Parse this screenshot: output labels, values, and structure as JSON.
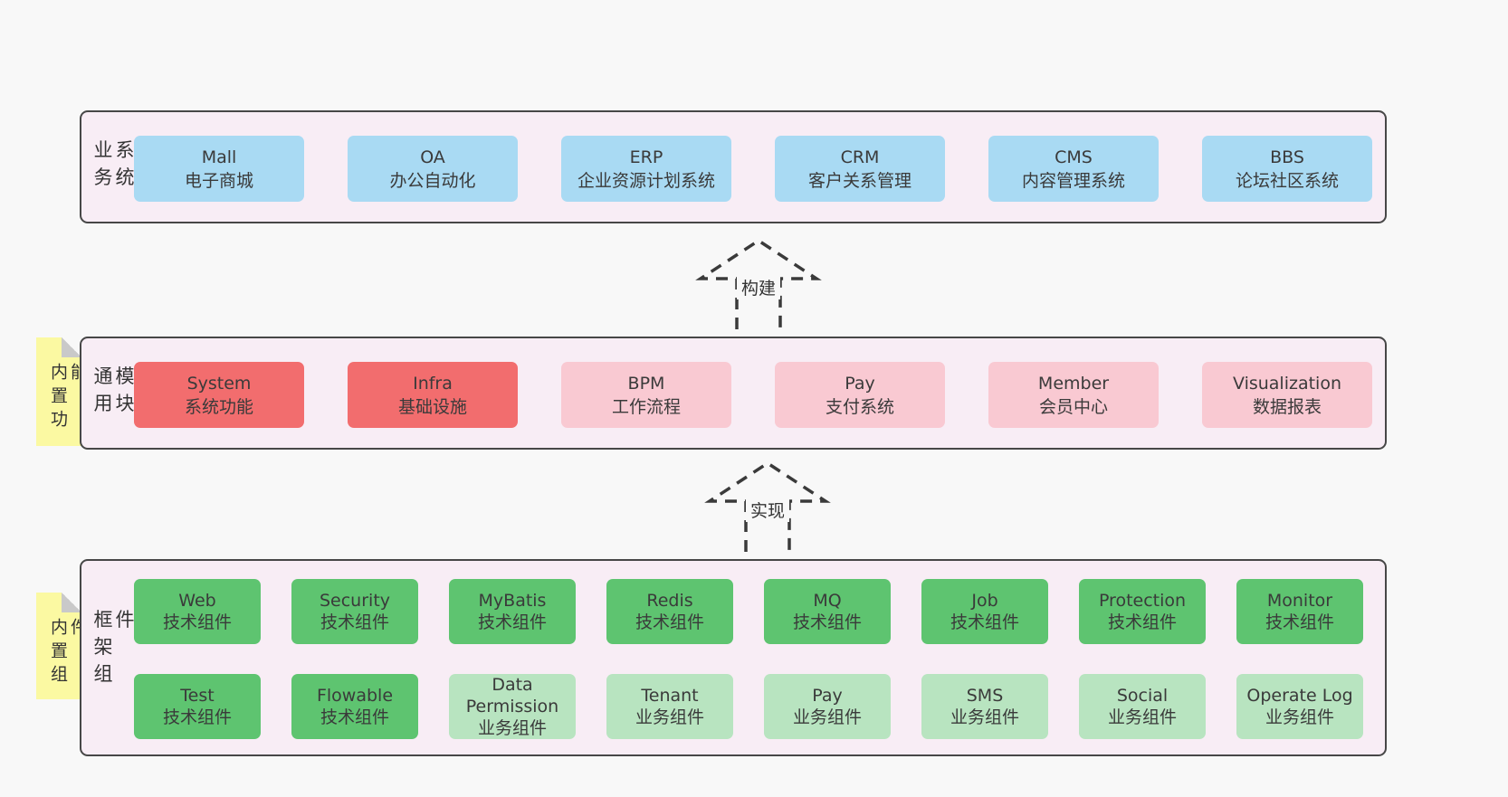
{
  "colors": {
    "page_bg": "#f8f8f8",
    "band_bg": "#f8edf5",
    "band_border": "#474747",
    "sticky_bg": "#fbf9a2",
    "sticky_fold": "#c9c9c9",
    "arrow_stroke": "#3a3a3a",
    "text": "#3a3a3a",
    "blue": "#a9daf3",
    "red": "#f26d6e",
    "pink": "#f9c9d2",
    "green": "#5ec470",
    "lightgreen": "#b8e4c0"
  },
  "bands": [
    {
      "label": "业务系统",
      "rows": [
        [
          {
            "title": "Mall",
            "subtitle": "电子商城",
            "variant": "blue"
          },
          {
            "title": "OA",
            "subtitle": "办公自动化",
            "variant": "blue"
          },
          {
            "title": "ERP",
            "subtitle": "企业资源计划系统",
            "variant": "blue"
          },
          {
            "title": "CRM",
            "subtitle": "客户关系管理",
            "variant": "blue"
          },
          {
            "title": "CMS",
            "subtitle": "内容管理系统",
            "variant": "blue"
          },
          {
            "title": "BBS",
            "subtitle": "论坛社区系统",
            "variant": "blue"
          }
        ]
      ]
    },
    {
      "label": "通用模块",
      "sticky": "内置功能",
      "rows": [
        [
          {
            "title": "System",
            "subtitle": "系统功能",
            "variant": "red"
          },
          {
            "title": "Infra",
            "subtitle": "基础设施",
            "variant": "red"
          },
          {
            "title": "BPM",
            "subtitle": "工作流程",
            "variant": "pink"
          },
          {
            "title": "Pay",
            "subtitle": "支付系统",
            "variant": "pink"
          },
          {
            "title": "Member",
            "subtitle": "会员中心",
            "variant": "pink"
          },
          {
            "title": "Visualization",
            "subtitle": "数据报表",
            "variant": "pink"
          }
        ]
      ]
    },
    {
      "label": "框架组件",
      "sticky": "内置组件",
      "rows": [
        [
          {
            "title": "Web",
            "subtitle": "技术组件",
            "variant": "green"
          },
          {
            "title": "Security",
            "subtitle": "技术组件",
            "variant": "green"
          },
          {
            "title": "MyBatis",
            "subtitle": "技术组件",
            "variant": "green"
          },
          {
            "title": "Redis",
            "subtitle": "技术组件",
            "variant": "green"
          },
          {
            "title": "MQ",
            "subtitle": "技术组件",
            "variant": "green"
          },
          {
            "title": "Job",
            "subtitle": "技术组件",
            "variant": "green"
          },
          {
            "title": "Protection",
            "subtitle": "技术组件",
            "variant": "green"
          },
          {
            "title": "Monitor",
            "subtitle": "技术组件",
            "variant": "green"
          }
        ],
        [
          {
            "title": "Test",
            "subtitle": "技术组件",
            "variant": "green"
          },
          {
            "title": "Flowable",
            "subtitle": "技术组件",
            "variant": "green"
          },
          {
            "title": "Data Permission",
            "subtitle": "业务组件",
            "variant": "lightgreen"
          },
          {
            "title": "Tenant",
            "subtitle": "业务组件",
            "variant": "lightgreen"
          },
          {
            "title": "Pay",
            "subtitle": "业务组件",
            "variant": "lightgreen"
          },
          {
            "title": "SMS",
            "subtitle": "业务组件",
            "variant": "lightgreen"
          },
          {
            "title": "Social",
            "subtitle": "业务组件",
            "variant": "lightgreen"
          },
          {
            "title": "Operate Log",
            "subtitle": "业务组件",
            "variant": "lightgreen"
          }
        ]
      ]
    }
  ],
  "arrows": [
    {
      "label": "构建"
    },
    {
      "label": "实现"
    }
  ]
}
